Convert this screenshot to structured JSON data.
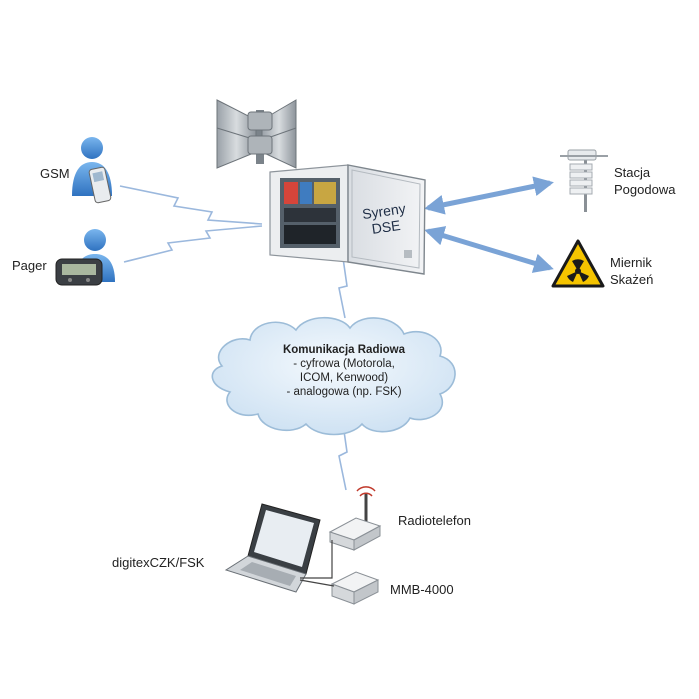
{
  "labels": {
    "gsm": "GSM",
    "pager": "Pager",
    "weather_line1": "Stacja",
    "weather_line2": "Pogodowa",
    "meter_line1": "Miernik",
    "meter_line2": "Skażeń",
    "cabinet_line1": "Syreny",
    "cabinet_line2": "DSE",
    "radiotelefon": "Radiotelefon",
    "mmb": "MMB-4000",
    "laptop": "digitexCZK/FSK"
  },
  "cloud": {
    "title": "Komunikacja Radiowa",
    "line1": "- cyfrowa (Motorola,",
    "line2": "ICOM, Kenwood)",
    "line3": "- analogowa (np. FSK)"
  },
  "colors": {
    "arrow": "#7aa3d6",
    "link": "#9bb8dd",
    "cloud_fill": "#dbeaf7",
    "cloud_stroke": "#9cbcd8",
    "person": "#4a8fd6",
    "hazard": "#f5c400"
  }
}
